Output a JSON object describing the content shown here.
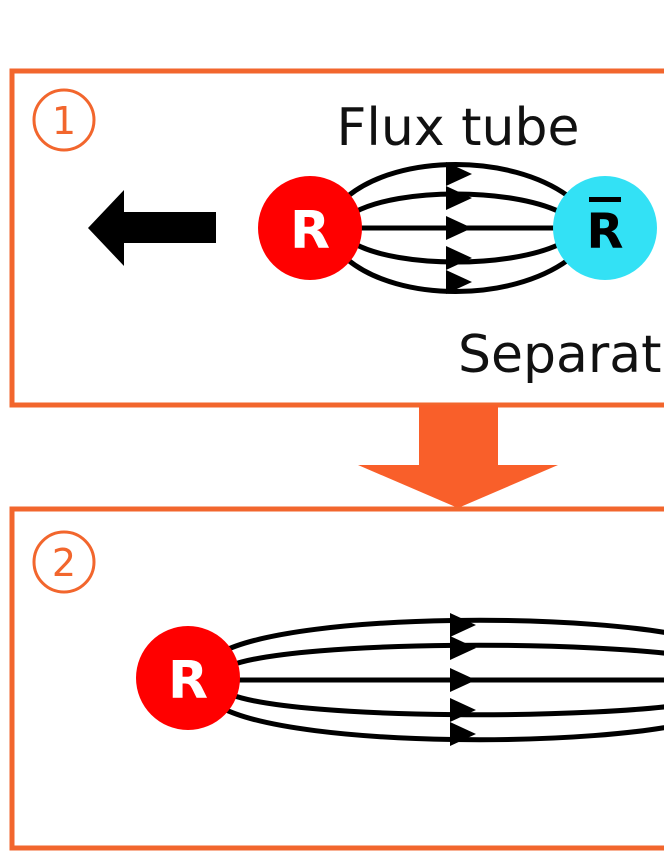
{
  "colors": {
    "frame": "#f2662d",
    "quark": "#ff0000",
    "antiquark": "#33e1f5",
    "line": "#000000",
    "big_arrow": "#f95f2a"
  },
  "panel1": {
    "number": "1",
    "title": "Flux tube",
    "subtitle": "Separate",
    "quark_label": "R",
    "antiquark_label": "R",
    "motion_arrow_icon": "arrow-left-icon"
  },
  "transition": {
    "arrow_icon": "arrow-down-icon"
  },
  "panel2": {
    "number": "2",
    "quark_label": "R"
  }
}
